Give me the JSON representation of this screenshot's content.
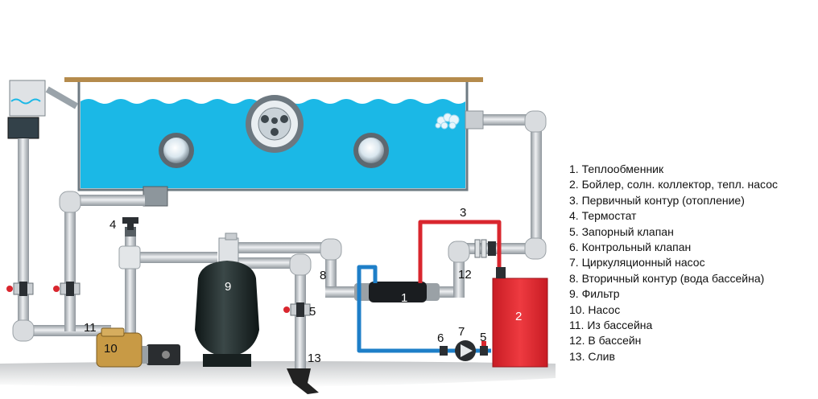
{
  "labels": {
    "n1": "1",
    "n2": "2",
    "n3": "3",
    "n4": "4",
    "n5a": "5",
    "n5b": "5",
    "n6": "6",
    "n7": "7",
    "n8": "8",
    "n9": "9",
    "n10": "10",
    "n11": "11",
    "n12": "12",
    "n13": "13"
  },
  "legend": [
    "1. Теплообменник",
    "2. Бойлер, солн. коллектор, тепл. насос",
    "3. Первичный контур (отопление)",
    "4. Термостат",
    "5. Запорный клапан",
    "6. Контрольный клапан",
    "7. Циркуляционный насос",
    "8. Вторичный контур (вода бассейна)",
    "9. Фильтр",
    "10. Насос",
    "11. Из бассейна",
    "12. В бассейн",
    "13. Слив"
  ],
  "colors": {
    "water": "#1bb8e6",
    "pipe": "#c9cdd1",
    "primary_circuit": "#d9262e",
    "secondary_circuit": "#1e7fc8",
    "boiler": "#e3222b",
    "filter": "#1f2a2a",
    "pump_body": "#c89a45"
  }
}
